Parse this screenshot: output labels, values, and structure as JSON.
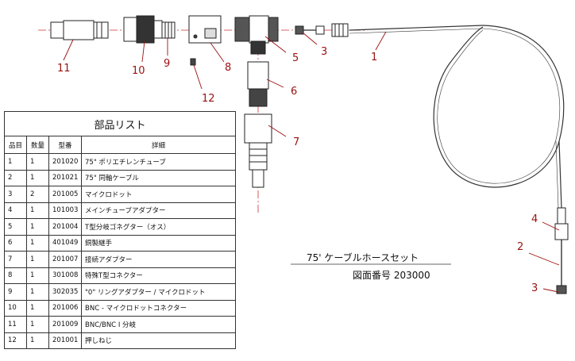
{
  "callouts": [
    "1",
    "2",
    "3",
    "3",
    "4",
    "5",
    "6",
    "7",
    "8",
    "9",
    "10",
    "11",
    "12"
  ],
  "assembly": {
    "title": "75' ケーブルホースセット",
    "drawing_number": "図面番号 203000"
  },
  "parts_list": {
    "title": "部品リスト",
    "headers": [
      "品目",
      "数量",
      "型番",
      "詳細"
    ],
    "rows": [
      [
        "1",
        "1",
        "201020",
        "75\" ポリエチレンチューブ"
      ],
      [
        "2",
        "1",
        "201021",
        "75\" 同軸ケーブル"
      ],
      [
        "3",
        "2",
        "201005",
        "マイクロドット"
      ],
      [
        "4",
        "1",
        "101003",
        "メインチューブアダプター"
      ],
      [
        "5",
        "1",
        "201004",
        "T型分岐ゴネグター（オス）"
      ],
      [
        "6",
        "1",
        "401049",
        "銅製継手"
      ],
      [
        "7",
        "1",
        "201007",
        "接続アダプター"
      ],
      [
        "8",
        "1",
        "301008",
        "特殊T型コネクター"
      ],
      [
        "9",
        "1",
        "302035",
        "\"0\" リングアダプター / マイクロドット"
      ],
      [
        "10",
        "1",
        "201006",
        "BNC - マイクロドットコネクター"
      ],
      [
        "11",
        "1",
        "201009",
        "BNC/BNC  I 分岐"
      ],
      [
        "12",
        "1",
        "201001",
        "押しねじ"
      ]
    ]
  }
}
